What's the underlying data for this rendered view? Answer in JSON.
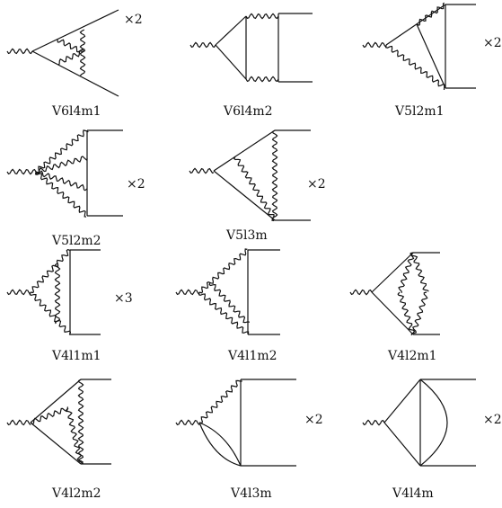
{
  "diagrams": [
    {
      "label": "V6l4m1",
      "multiplicity": "×2"
    },
    {
      "label": "V6l4m2",
      "multiplicity": ""
    },
    {
      "label": "V5l2m1",
      "multiplicity": "×2"
    },
    {
      "label": "V5l2m2",
      "multiplicity": "×2"
    },
    {
      "label": "V5l3m",
      "multiplicity": "×2"
    },
    {
      "label": "V4l1m1",
      "multiplicity": "×3"
    },
    {
      "label": "V4l1m2",
      "multiplicity": ""
    },
    {
      "label": "V4l2m1",
      "multiplicity": ""
    },
    {
      "label": "V4l2m2",
      "multiplicity": ""
    },
    {
      "label": "V4l3m",
      "multiplicity": "×2"
    },
    {
      "label": "V4l4m",
      "multiplicity": "×2"
    }
  ]
}
